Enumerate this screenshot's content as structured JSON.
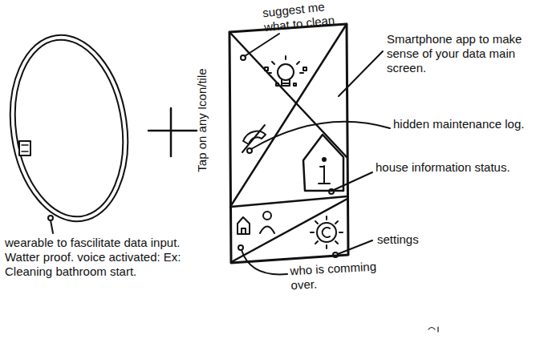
{
  "diagram": {
    "labels": [
      "suggest me what to clean",
      "Smartphone app to make sense of your data main screen.",
      "hidden maintenance log.",
      "Tap on any Icon/tile",
      "house information status.",
      "settings",
      "who is comming over.",
      "wearable to fascilitate data input. Watter proof. voice activated: Ex: Cleaning bathroom start."
    ]
  }
}
